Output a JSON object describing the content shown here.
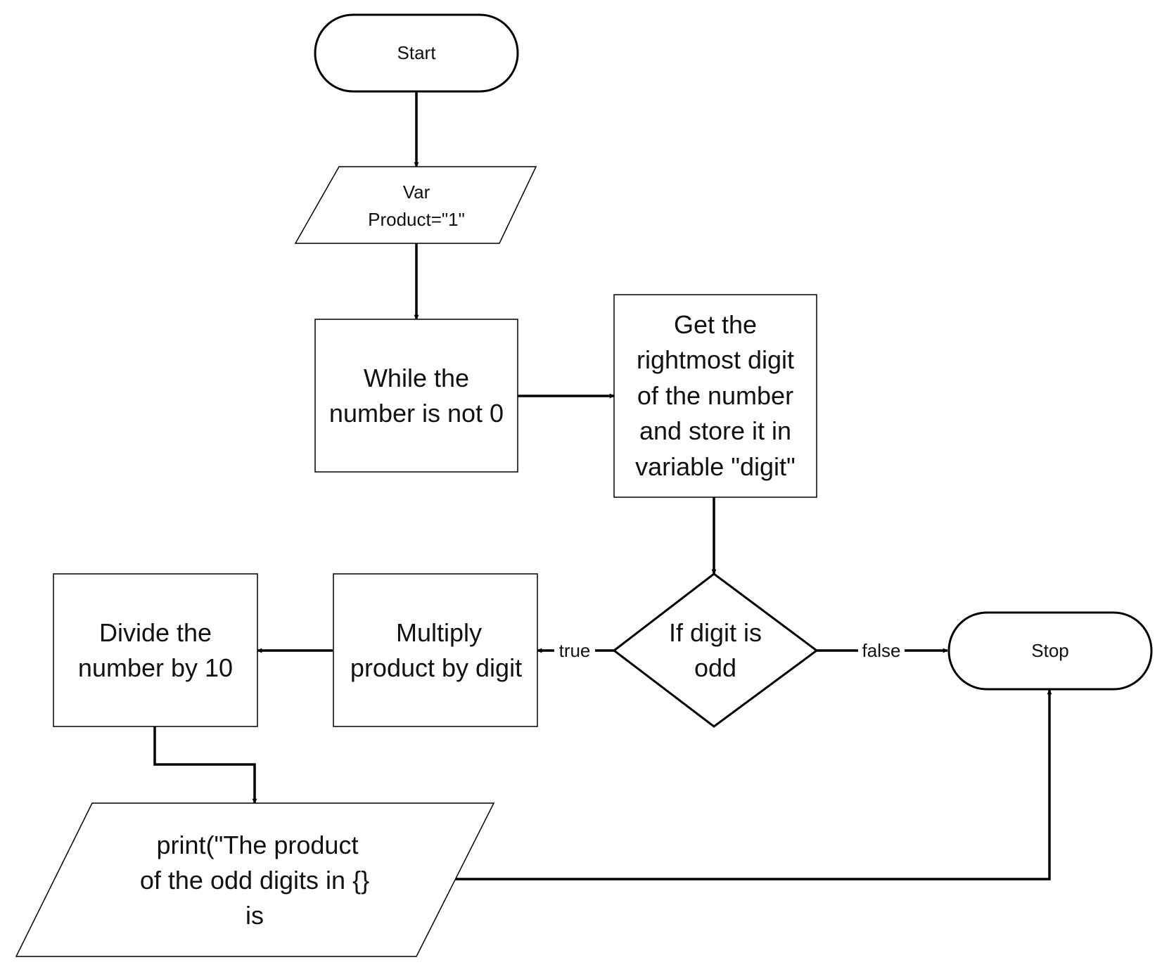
{
  "flowchart": {
    "start": {
      "label": "Start"
    },
    "init_var": {
      "line1": "Var",
      "line2": "Product=\"1\""
    },
    "while_loop": {
      "line1": "While the",
      "line2": "number is not 0"
    },
    "get_digit": {
      "line1": "Get the",
      "line2": "rightmost digit",
      "line3": "of the number",
      "line4": "and store it in",
      "line5": "variable \"digit\""
    },
    "decision": {
      "line1": "If digit is",
      "line2": "odd"
    },
    "true_label": "true",
    "false_label": "false",
    "multiply": {
      "line1": "Multiply",
      "line2": "product by digit"
    },
    "divide": {
      "line1": "Divide the",
      "line2": "number by 10"
    },
    "print": {
      "line1": "print(\"The product",
      "line2": "of the odd digits in {}",
      "line3": "is"
    },
    "stop": {
      "label": "Stop"
    }
  }
}
